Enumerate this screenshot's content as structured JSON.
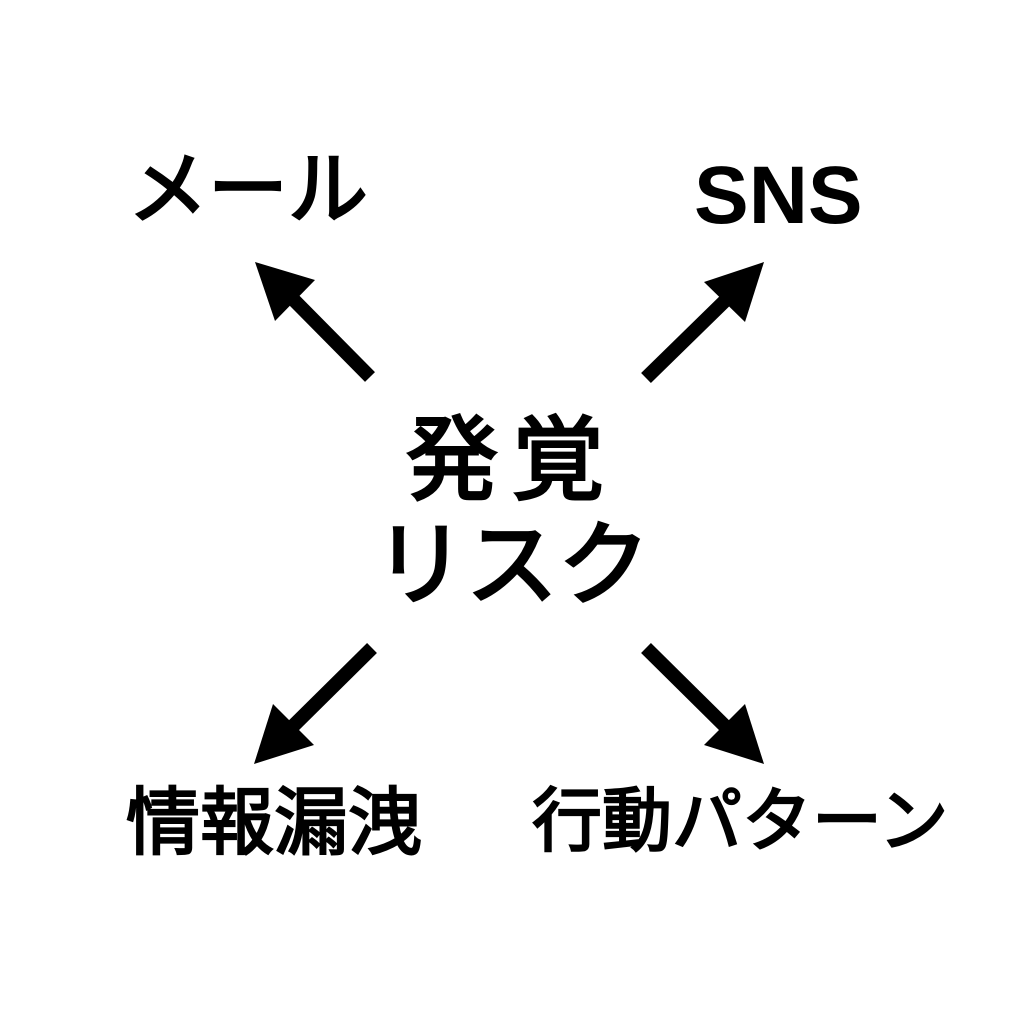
{
  "diagram": {
    "center": {
      "line1": "発覚",
      "line2": "リスク"
    },
    "nodes": {
      "top_left": "メール",
      "top_right": "SNS",
      "bottom_left": "情報漏洩",
      "bottom_right": "行動パターン"
    },
    "colors": {
      "text": "#000000",
      "background": "#ffffff",
      "arrow": "#000000"
    },
    "arrow_icon": "arrow-icon"
  }
}
